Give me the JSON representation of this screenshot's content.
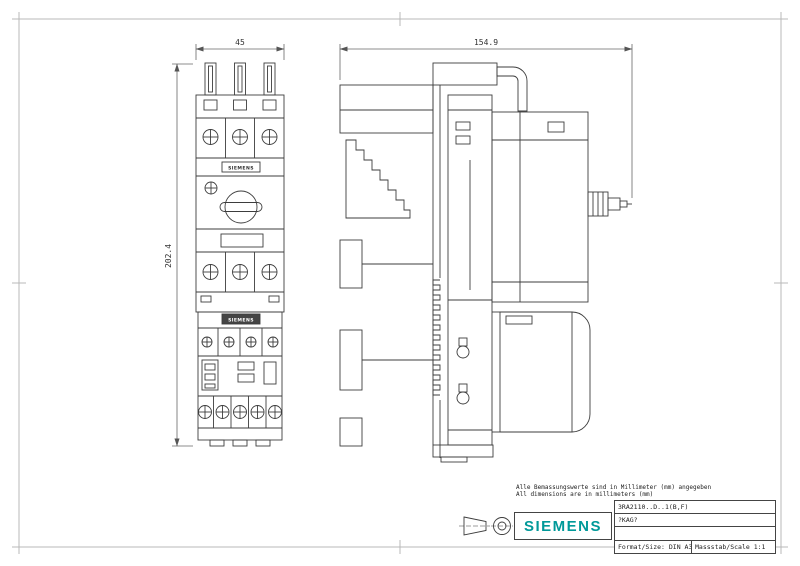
{
  "sheet": {
    "background": "#ffffff",
    "frame_color": "#b9b9b9",
    "line_color": "#3d3d3d",
    "dim_color": "#666666",
    "brand_color": "#009999"
  },
  "notes": {
    "de": "Alle Bemassungswerte sind in Millimeter (mm) angegeben",
    "en": "All dimensions are in millimeters (mm)"
  },
  "dimensions": {
    "front_width": "45",
    "front_height": "202.4",
    "side_width": "154.9"
  },
  "device_labels": {
    "breaker_brand": "SIEMENS",
    "contactor_brand": "SIEMENS"
  },
  "title_block": {
    "brand": "SIEMENS",
    "part_number": "3RA2110..D..1(B,F)",
    "doc_code": "?KAG?",
    "format": "Format/Size: DIN A3",
    "scale": "Massstab/Scale 1:1"
  }
}
